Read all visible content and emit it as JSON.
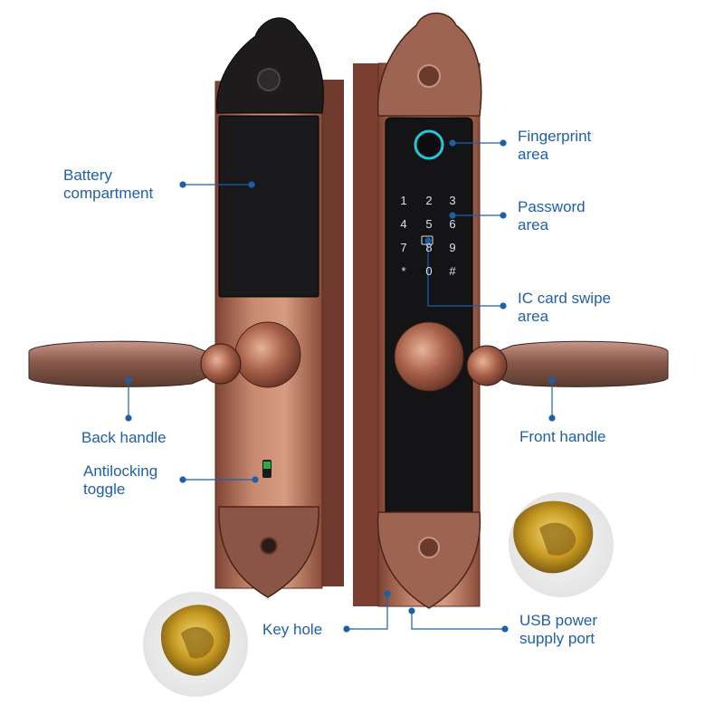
{
  "callouts": {
    "battery": {
      "line1": "Battery",
      "line2": "compartment"
    },
    "fingerprint": {
      "line1": "Fingerprint",
      "line2": "area"
    },
    "password": {
      "line1": "Password",
      "line2": "area"
    },
    "ic_card": {
      "line1": "IC card swipe",
      "line2": "area"
    },
    "back_handle": "Back handle",
    "front_handle": "Front handle",
    "antilocking": {
      "line1": "Antilocking",
      "line2": "toggle"
    },
    "key_hole": "Key hole",
    "usb": {
      "line1": "USB power",
      "line2": "supply port"
    }
  },
  "keypad": [
    "1",
    "2",
    "3",
    "4",
    "5",
    "6",
    "7",
    "8",
    "9",
    "*",
    "0",
    "#"
  ],
  "colors": {
    "label": "#1f5fa8",
    "copper": "#b9735a",
    "panel": "#141416",
    "gold": "#d8b43a"
  }
}
